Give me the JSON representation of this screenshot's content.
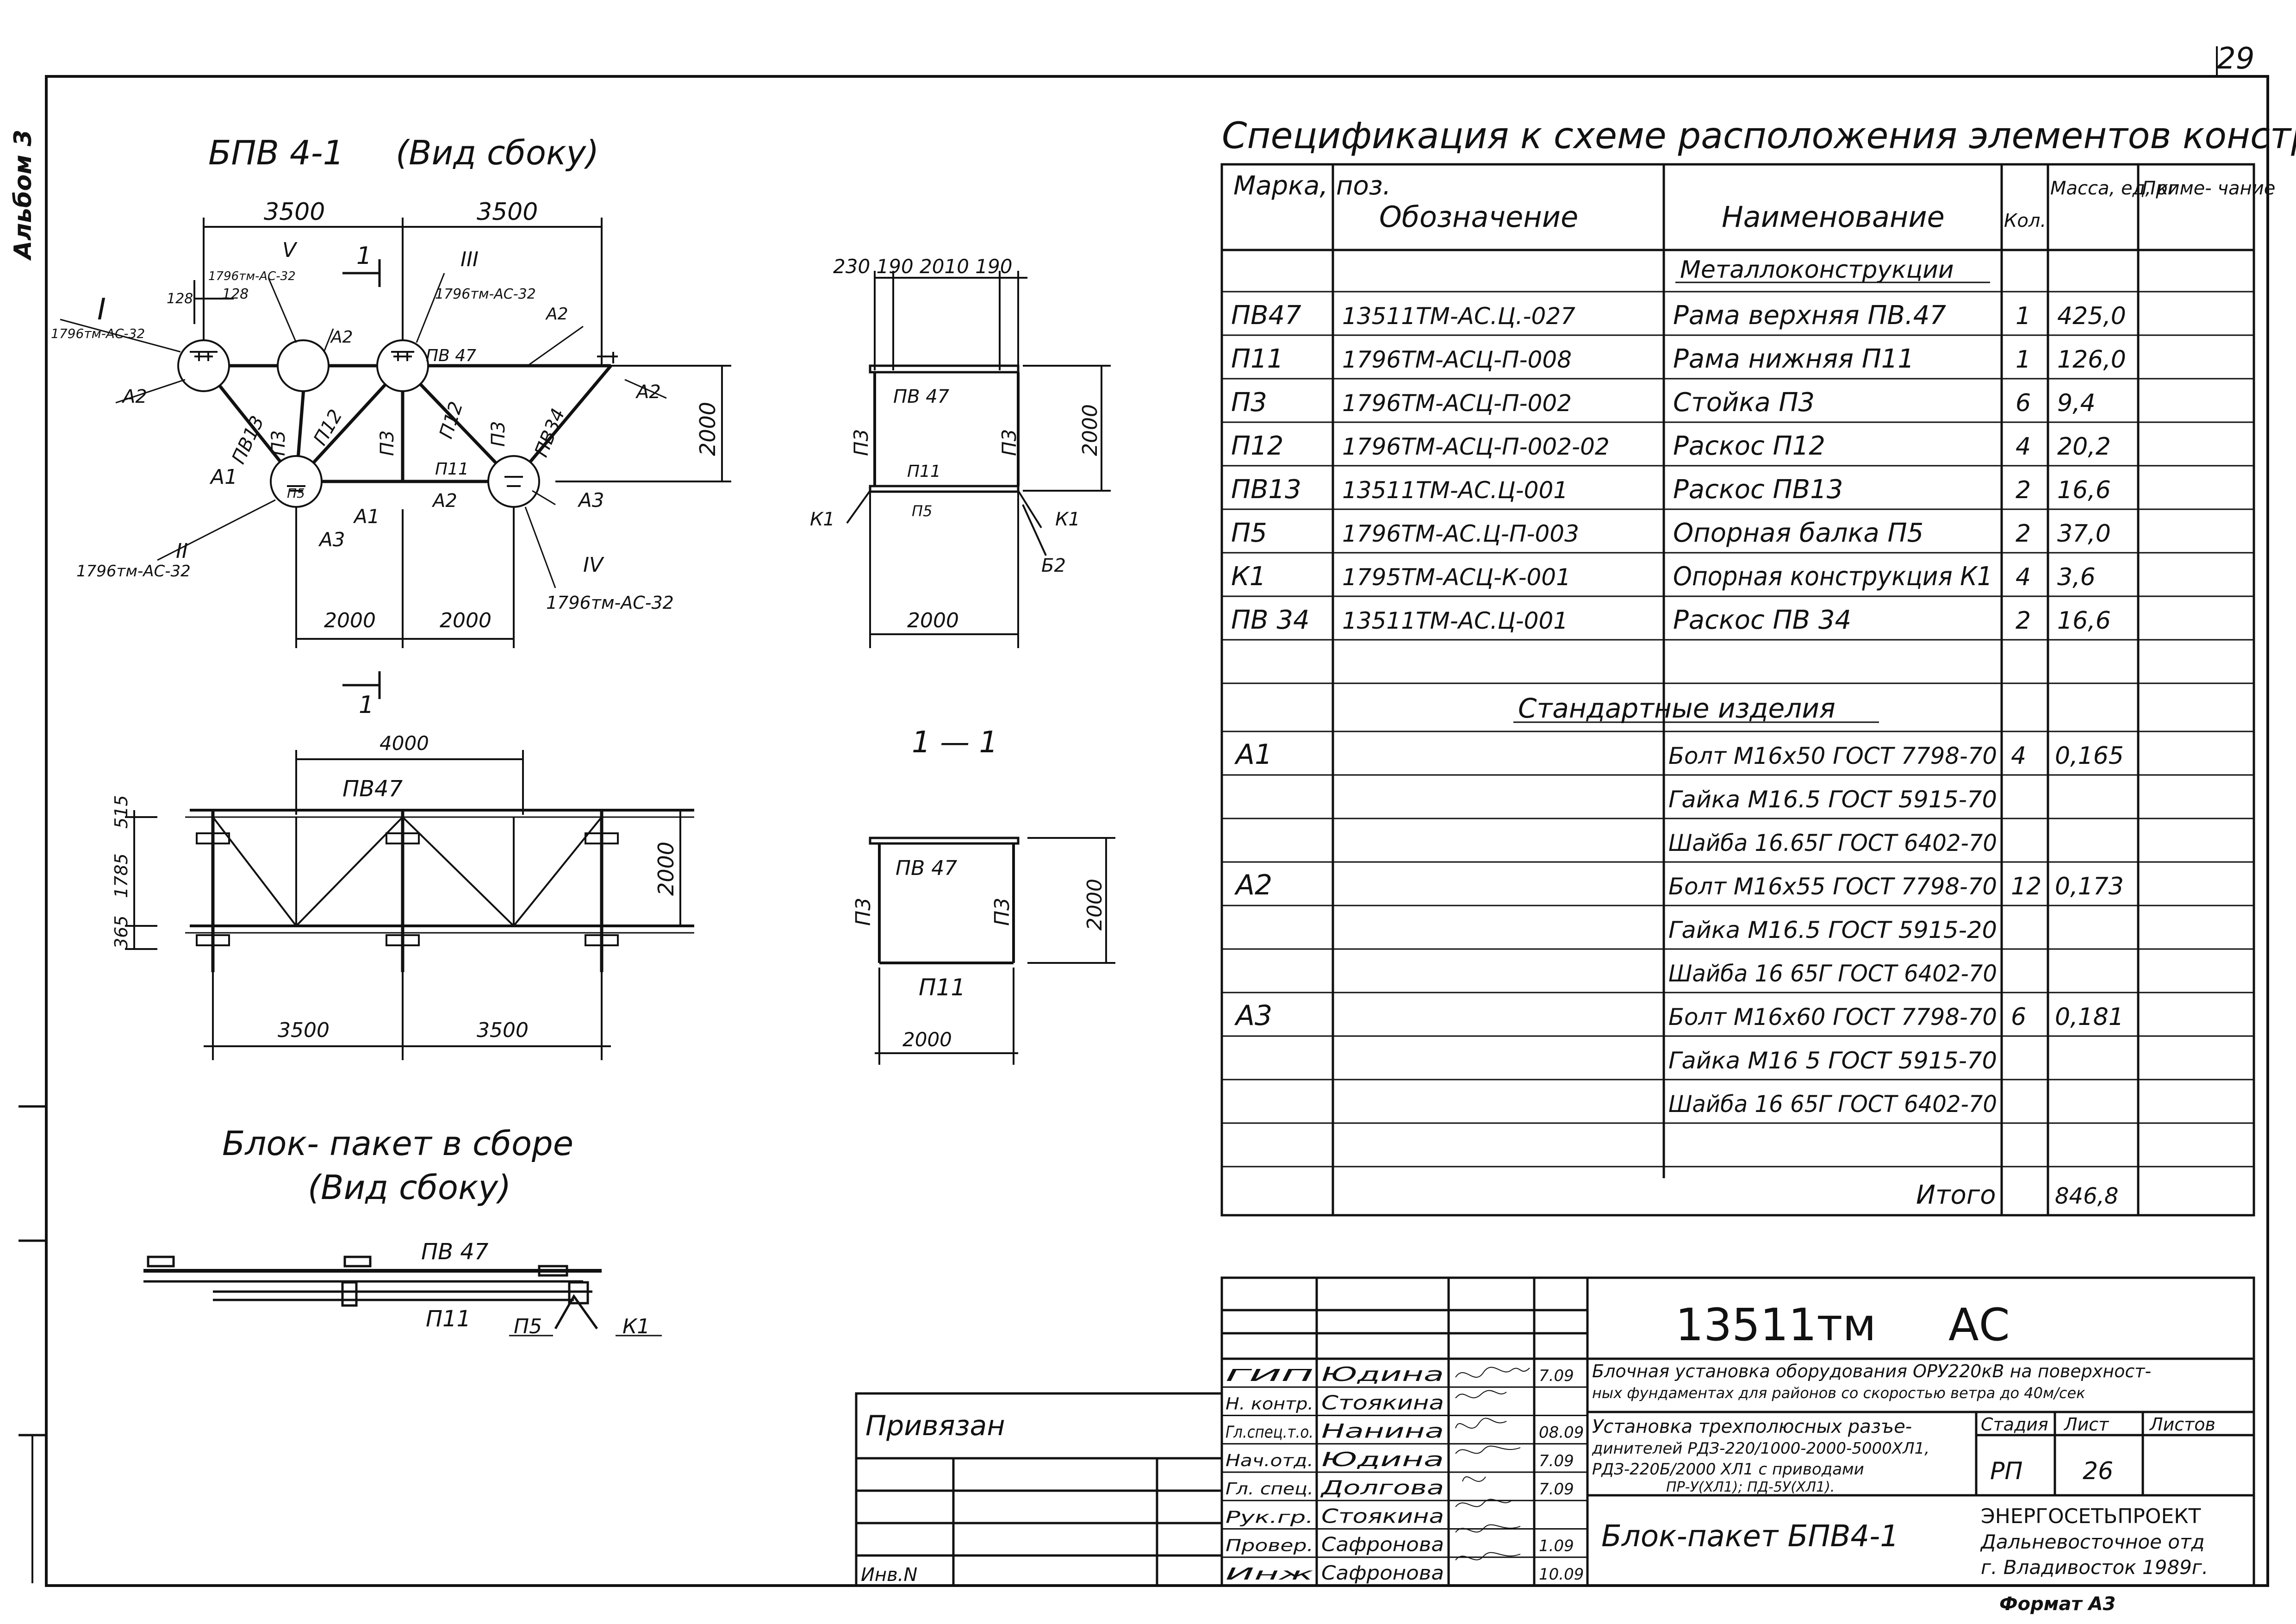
{
  "page_number": "29",
  "side_label": "Альбом 3",
  "drawing1": {
    "title": "БПВ 4-1",
    "view": "(Вид сбоку)",
    "dims_top": [
      "3500",
      "3500"
    ],
    "dims_bottom": [
      "2000",
      "2000"
    ],
    "height": "2000",
    "small_dims": [
      "128",
      "128"
    ],
    "nodes": [
      "I",
      "II",
      "III",
      "IV",
      "V"
    ],
    "node_refs": [
      "1796тм-АС-32",
      "1796тм-АС-32",
      "1796тм-АС-32",
      "1796тм-АС-32",
      "1796тм-АС-32"
    ],
    "members": [
      "ПВ13",
      "П3",
      "П12",
      "П3",
      "П12",
      "П3",
      "ПВ34",
      "ПВ 47",
      "П11",
      "П5"
    ],
    "bolts": [
      "А2",
      "А2",
      "А1",
      "А3",
      "А1",
      "А2",
      "А3",
      "А2",
      "А2"
    ],
    "section_mark": "1"
  },
  "drawing2": {
    "dims_top": "230 190 2010   190",
    "height": "2000",
    "width": "2000",
    "labels": [
      "ПВ 47",
      "П3",
      "П3",
      "П11",
      "П5",
      "К1",
      "К1",
      "Б2"
    ],
    "section_title": "1 — 1"
  },
  "drawing3": {
    "width": "4000",
    "label": "ПВ47",
    "height": "2000",
    "left_dims": [
      "515",
      "1785",
      "365"
    ],
    "bottom_dims": [
      "3500",
      "3500"
    ]
  },
  "drawing4": {
    "labels": [
      "ПВ 47",
      "П3",
      "П3",
      "П11"
    ],
    "height": "2000",
    "width": "2000"
  },
  "drawing5": {
    "title1": "Блок- пакет в сборе",
    "title2": "(Вид сбоку)",
    "labels": [
      "ПВ 47",
      "П11",
      "П5",
      "К1"
    ]
  },
  "spec": {
    "title": "Спецификация к схеме расположения элементов конструкций",
    "headers": [
      "Марка, поз.",
      "Обозначение",
      "Наименование",
      "Кол.",
      "Масса, ед, кг",
      "Приме- чание"
    ],
    "section1": "Металлоконструкции",
    "rows1": [
      [
        "ПВ47",
        "13511ТМ-АС.Ц.-027",
        "Рама верхняя ПВ.47",
        "1",
        "425,0"
      ],
      [
        "П11",
        "1796ТМ-АСЦ-П-008",
        "Рама нижняя П11",
        "1",
        "126,0"
      ],
      [
        "П3",
        "1796ТМ-АСЦ-П-002",
        "Стойка П3",
        "6",
        "9,4"
      ],
      [
        "П12",
        "1796ТМ-АСЦ-П-002-02",
        "Раскос П12",
        "4",
        "20,2"
      ],
      [
        "ПВ13",
        "13511ТМ-АС.Ц-001",
        "Раскос ПВ13",
        "2",
        "16,6"
      ],
      [
        "П5",
        "1796ТМ-АС.Ц-П-003",
        "Опорная балка П5",
        "2",
        "37,0"
      ],
      [
        "К1",
        "1795ТМ-АСЦ-К-001",
        "Опорная конструкция К1",
        "4",
        "3,6"
      ],
      [
        "ПВ 34",
        "13511ТМ-АС.Ц-001",
        "Раскос ПВ 34",
        "2",
        "16,6"
      ]
    ],
    "section2": "Стандартные изделия",
    "rows2": [
      [
        "А1",
        "Болт М16х50 ГОСТ 7798-70",
        "4",
        "0,165"
      ],
      [
        "",
        "Гайка М16.5 ГОСТ 5915-70",
        "",
        ""
      ],
      [
        "",
        "Шайба 16.65Г ГОСТ 6402-70",
        "",
        ""
      ],
      [
        "А2",
        "Болт М16х55 ГОСТ 7798-70",
        "12",
        "0,173"
      ],
      [
        "",
        "Гайка М16.5 ГОСТ 5915-20",
        "",
        ""
      ],
      [
        "",
        "Шайба 16 65Г ГОСТ 6402-70",
        "",
        ""
      ],
      [
        "А3",
        "Болт М16х60 ГОСТ 7798-70",
        "6",
        "0,181"
      ],
      [
        "",
        "Гайка М16 5 ГОСТ 5915-70",
        "",
        ""
      ],
      [
        "",
        "Шайба 16 65Г ГОСТ 6402-70",
        "",
        ""
      ]
    ],
    "total_label": "Итого",
    "total_value": "846,8"
  },
  "title_block": {
    "code": "13511тм",
    "suffix": "АС",
    "bound": "Привязан",
    "inv": "Инв.N",
    "roles": [
      "ГИП",
      "Н. контр.",
      "Гл.спец.т.о.",
      "Нач.отд.",
      "Гл. спец.",
      "Рук.гр.",
      "Провер.",
      "Инж"
    ],
    "names": [
      "Юдина",
      "Стоякина",
      "Нанина",
      "Юдина",
      "Долгова",
      "Стоякина",
      "Сафронова",
      "Сафронова"
    ],
    "dates": [
      "7.09",
      "",
      "08.09",
      "7.09",
      "7.09",
      "",
      "1.09",
      "10.09"
    ],
    "desc1a": "Блочная установка оборудования ОРУ220кВ на поверхност-",
    "desc1b": "ных фундаментах для районов со скоростью ветра до 40м/сек",
    "desc2a": "Установка трехполюсных разъе-",
    "desc2b": "динителей РДЗ-220/1000-2000-5000ХЛ1,",
    "desc2c": "РДЗ-220Б/2000 ХЛ1 с приводами",
    "desc2d": "ПР-У(ХЛ1); ПД-5У(ХЛ1).",
    "stage_h": "Стадия",
    "sheet_h": "Лист",
    "sheets_h": "Листов",
    "stage": "РП",
    "sheet": "26",
    "block_name": "Блок-пакет БПВ4-1",
    "org1": "ЭНЕРГОСЕТЬПРОЕКТ",
    "org2": "Дальневосточное отд",
    "org3": "г. Владивосток 1989г.",
    "format": "Формат А3"
  }
}
